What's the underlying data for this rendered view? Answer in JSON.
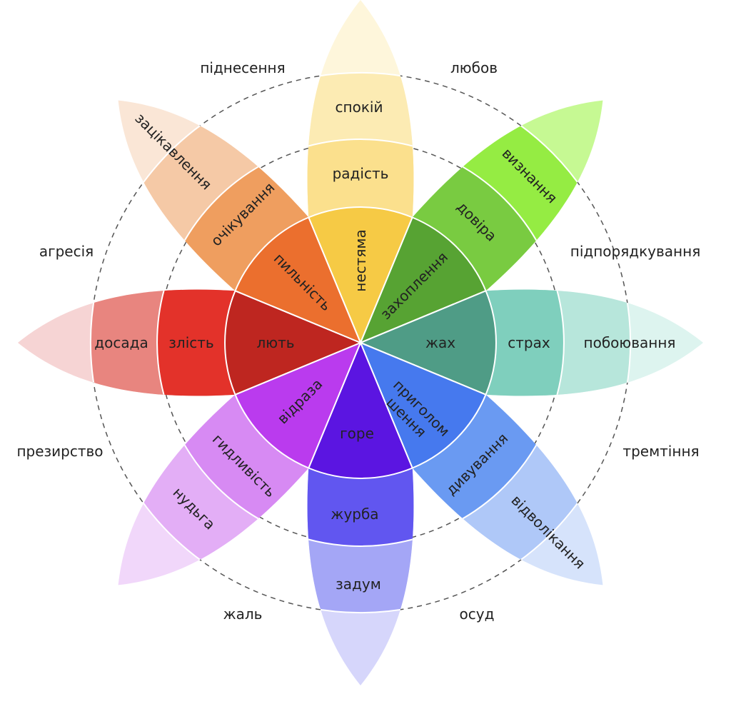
{
  "petals": [
    {
      "name": "joy",
      "colors": [
        "#F6CA45",
        "#FBE08D",
        "#FCEBB3",
        "#FEF6DB"
      ],
      "labels": [
        "нестяма",
        "радість",
        "спокій"
      ]
    },
    {
      "name": "trust",
      "colors": [
        "#57A333",
        "#79CB41",
        "#95EC43",
        "#C6F993"
      ],
      "labels": [
        "захоплення",
        "довіра",
        "визнання"
      ]
    },
    {
      "name": "fear",
      "colors": [
        "#4F9C86",
        "#7FCFBD",
        "#B7E6DB",
        "#DDF4EF"
      ],
      "labels": [
        "жах",
        "страх",
        "побоювання"
      ]
    },
    {
      "name": "surprise",
      "colors": [
        "#4679EE",
        "#6A9AF2",
        "#AFC8F8",
        "#D6E3FB"
      ],
      "labels": [
        "приголом",
        "шення",
        "дивування",
        "відволікання"
      ]
    },
    {
      "name": "sadness",
      "colors": [
        "#5B15E1",
        "#6156F0",
        "#A4A6F6",
        "#D6D6FB"
      ],
      "labels": [
        "горе",
        "журба",
        "задум"
      ]
    },
    {
      "name": "disgust",
      "colors": [
        "#BA3BEE",
        "#D78AF3",
        "#E3AEF6",
        "#F1D7FA"
      ],
      "labels": [
        "відраза",
        "гидливість",
        "нудьга"
      ]
    },
    {
      "name": "anger",
      "colors": [
        "#BE2620",
        "#E3322A",
        "#E8857F",
        "#F6D4D4"
      ],
      "labels": [
        "лють",
        "злість",
        "досада"
      ]
    },
    {
      "name": "anticipation",
      "colors": [
        "#EB6F2E",
        "#EF9E5F",
        "#F5C9A6",
        "#FAE6D6"
      ],
      "labels": [
        "пильність",
        "очікування",
        "зацікавлення"
      ]
    }
  ],
  "dyads": [
    "піднесення",
    "любов",
    "підпорядкування",
    "тремтіння",
    "осуд",
    "жаль",
    "презирство",
    "агресія"
  ]
}
